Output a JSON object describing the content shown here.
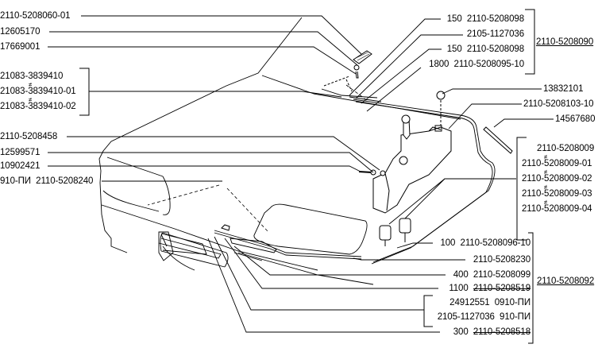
{
  "diagram": {
    "subject": "Windshield and rear window washer system - exploded view",
    "left_callouts": [
      {
        "id": "l1",
        "text": "2110-5208060-01"
      },
      {
        "id": "l2",
        "text": "12605170"
      },
      {
        "id": "l3",
        "text": "17669001"
      },
      {
        "id": "l4",
        "group": [
          "21083-3839410",
          "21083-3839410-01",
          "21083-3839410-02"
        ],
        "interchangeable_symbol": "≠"
      },
      {
        "id": "l5",
        "text": "2110-5208458"
      },
      {
        "id": "l6",
        "text": "12599571"
      },
      {
        "id": "l7",
        "text": "10902421"
      },
      {
        "id": "l8",
        "qty": "910-ПИ",
        "text": "2110-5208240"
      }
    ],
    "top_right_group": {
      "items": [
        {
          "qty": "150",
          "text": "2110-5208098"
        },
        {
          "qty": "",
          "text": "2105-1127036"
        },
        {
          "qty": "150",
          "text": "2110-5208098"
        },
        {
          "qty": "1800",
          "text": "2110-5208095-10"
        }
      ],
      "assembly": "2110-5208090"
    },
    "right_callouts": [
      {
        "id": "r1",
        "text": "13832101"
      },
      {
        "id": "r2",
        "text": "2110-5208103-10"
      },
      {
        "id": "r3",
        "text": "14567680"
      }
    ],
    "reservoir_group": {
      "items": [
        "2110-5208009",
        "2110-5208009-01",
        "2110-5208009-02",
        "2110-5208009-03",
        "2110-5208009-04"
      ],
      "interchangeable_symbol": "≠"
    },
    "bottom_right_group": {
      "items": [
        {
          "qty": "100",
          "text": "2110-5208096-10",
          "struck": false
        },
        {
          "qty": "",
          "text": "2110-5208230",
          "struck": false
        },
        {
          "qty": "400",
          "text": "2110-5208099",
          "struck": false
        },
        {
          "qty": "1100",
          "text": "2110-5208519",
          "struck": true
        }
      ],
      "sub_group": [
        {
          "text": "24912551",
          "qty": "0910-ПИ"
        },
        {
          "text": "2105-1127036",
          "qty": "910-ПИ"
        }
      ],
      "last": {
        "qty": "300",
        "text": "2110-5208518",
        "struck": true
      },
      "assembly": "2110-5208092"
    }
  }
}
